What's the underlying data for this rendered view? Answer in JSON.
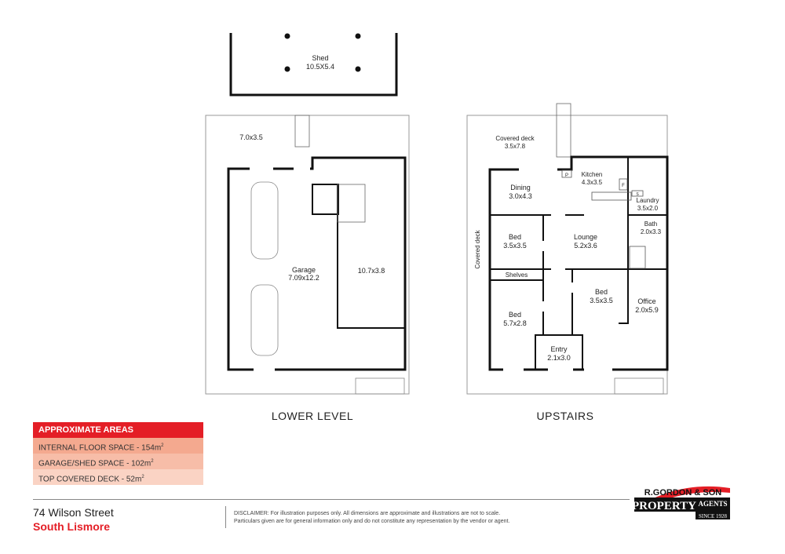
{
  "shed": {
    "name": "Shed",
    "size": "10.5X5.4"
  },
  "lower_level": {
    "title": "LOWER LEVEL",
    "rooms": [
      {
        "name": "",
        "size": "7.0x3.5"
      },
      {
        "name": "Garage",
        "size": "7.09x12.2"
      },
      {
        "name": "",
        "size": "10.7x3.8"
      }
    ]
  },
  "upstairs": {
    "title": "UPSTAIRS",
    "rooms": [
      {
        "name": "Covered deck",
        "size": "3.5x7.8"
      },
      {
        "name": "Dining",
        "size": "3.0x4.3"
      },
      {
        "name": "Kitchen",
        "size": "4.3x3.5"
      },
      {
        "name": "Laundry",
        "size": "3.5x2.0"
      },
      {
        "name": "Bath",
        "size": "2.0x3.3"
      },
      {
        "name": "Bed",
        "size": "3.5x3.5"
      },
      {
        "name": "Lounge",
        "size": "5.2x3.6"
      },
      {
        "name": "Bed",
        "size": "3.5x3.5"
      },
      {
        "name": "Office",
        "size": "2.0x5.9"
      },
      {
        "name": "Bed",
        "size": "5.7x2.8"
      },
      {
        "name": "Entry",
        "size": "2.1x3.0"
      }
    ],
    "side_deck": "Covered deck",
    "shelves": "Shelves",
    "pantry": "P",
    "fridge": "F",
    "sink": "S"
  },
  "areas": {
    "title": "APPROXIMATE AREAS",
    "rows": [
      {
        "label": "INTERNAL FLOOR SPACE - 154m",
        "sup": "2",
        "color": "#f4a98f"
      },
      {
        "label": "GARAGE/SHED SPACE - 102m",
        "sup": "2",
        "color": "#f7bda8"
      },
      {
        "label": "TOP COVERED DECK - 52m",
        "sup": "2",
        "color": "#fad3c4"
      }
    ],
    "header_color": "#e41e26"
  },
  "address": {
    "street": "74 Wilson Street",
    "suburb": "South Lismore"
  },
  "disclaimer": {
    "line1": "DISCLAIMER: For illustration purposes only. All dimensions are approximate and illustrations are not to scale.",
    "line2": "Particulars given are for general information only and do not constitute any representation by the vendor or agent."
  },
  "logo": {
    "line1": "R.GORDON & SON",
    "line2": "PROPERTY",
    "line3": "AGENTS",
    "line4": "SINCE 1928"
  }
}
